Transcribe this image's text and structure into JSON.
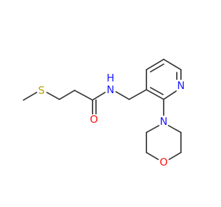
{
  "molecule": {
    "atoms": {
      "sulfur": {
        "symbol": "S",
        "color": "#b5a100"
      },
      "amide_nitrogen": {
        "symbol": "N",
        "color": "#1a1aff"
      },
      "amide_hydrogen": {
        "symbol": "H",
        "color": "#1a1aff"
      },
      "carbonyl_oxygen": {
        "symbol": "O",
        "color": "#ff1a1a"
      },
      "pyridine_nitrogen": {
        "symbol": "N",
        "color": "#1a1aff"
      },
      "morpholine_nitrogen": {
        "symbol": "N",
        "color": "#1a1aff"
      },
      "morpholine_oxygen": {
        "symbol": "O",
        "color": "#ff1a1a"
      }
    }
  }
}
